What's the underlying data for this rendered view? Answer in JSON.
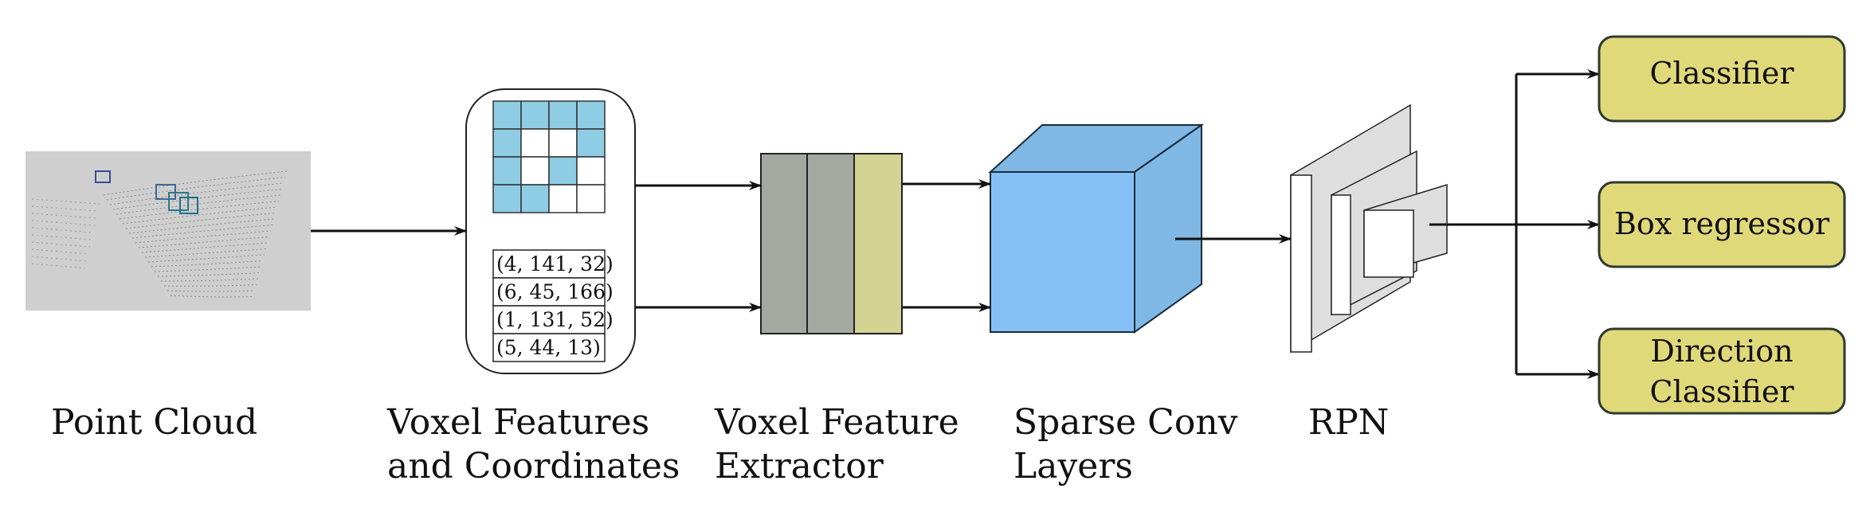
{
  "colors": {
    "voxel_blue": "#8ecde4",
    "grey_block": "#a3a9a0",
    "olive_block": "#d3d394",
    "cube_front": "#87c0f5",
    "cube_side": "#7fb8e4",
    "output_box": "#e0d97a",
    "output_border": "#2e3a2e",
    "arrow": "#111111",
    "point_cloud_bg": "#cfcfcf"
  },
  "icons": [
    "point-cloud-image",
    "voxel-grid-icon",
    "3d-cube-icon",
    "rpn-stack-icon"
  ],
  "stages": {
    "point_cloud": {
      "caption": [
        "Point Cloud"
      ]
    },
    "voxel_features": {
      "caption": [
        "Voxel Features",
        "and Coordinates"
      ],
      "coordinates": [
        "(4, 141, 32)",
        "(6, 45, 166)",
        "(1, 131, 52)",
        "(5, 44, 13)"
      ]
    },
    "feature_extractor": {
      "caption": [
        "Voxel Feature",
        "Extractor"
      ]
    },
    "sparse_conv": {
      "caption": [
        "Sparse Conv",
        "Layers"
      ]
    },
    "rpn": {
      "caption": [
        "RPN"
      ]
    }
  },
  "outputs": [
    {
      "lines": [
        "Classifier"
      ]
    },
    {
      "lines": [
        "Box regressor"
      ]
    },
    {
      "lines": [
        "Direction",
        "Classifier"
      ]
    }
  ]
}
